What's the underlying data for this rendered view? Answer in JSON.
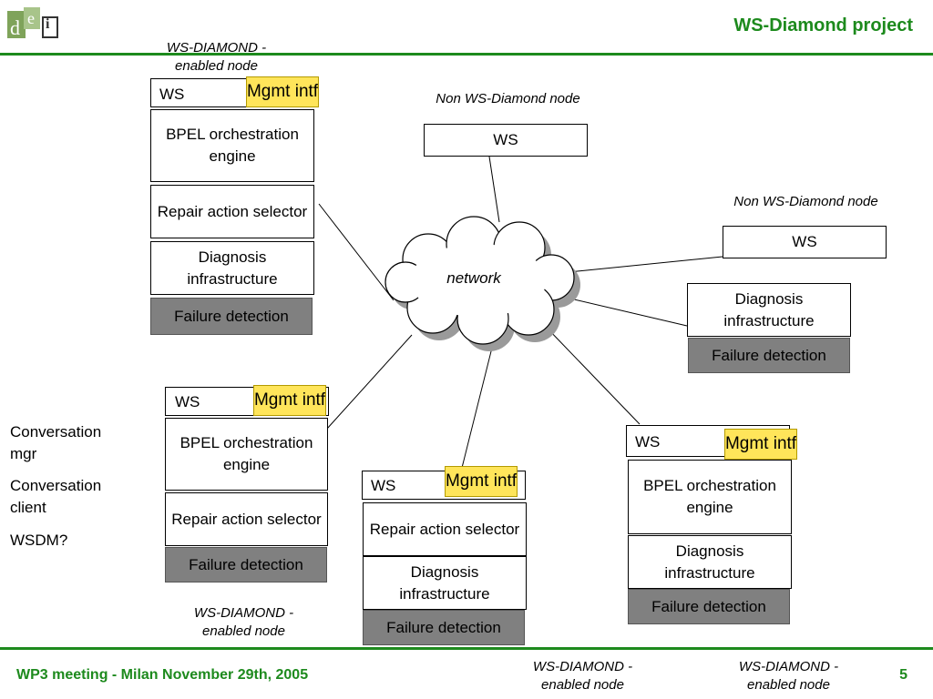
{
  "header": {
    "title": "WS-Diamond project",
    "logo_letters": [
      "d",
      "e",
      "i"
    ]
  },
  "labels": {
    "ws": "WS",
    "mgmt": "Mgmt intf",
    "bpel": "BPEL orchestration engine",
    "repair": "Repair action selector",
    "diagnosis": "Diagnosis infrastructure",
    "failure": "Failure detection",
    "enabled_node": "WS-DIAMOND - enabled node",
    "non_node": "Non WS-Diamond node",
    "network": "network"
  },
  "side_notes": [
    "Conversation mgr",
    "Conversation client",
    "WSDM?"
  ],
  "footer": {
    "meeting": "WP3 meeting - Milan November 29th, 2005",
    "page": "5"
  },
  "colors": {
    "accent_green": "#1d8a1d",
    "mgmt_yellow": "#ffe55a",
    "failure_gray": "#808080"
  }
}
